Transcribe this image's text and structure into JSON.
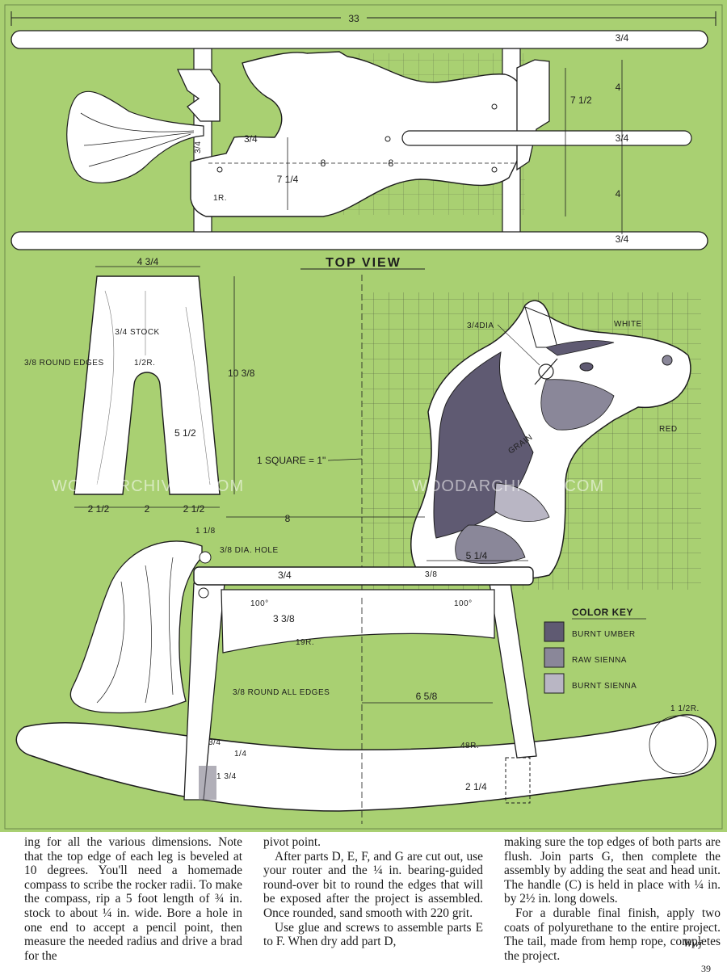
{
  "diagram": {
    "overall_width": "33",
    "top_view_title": "TOP VIEW",
    "top_view_dims": {
      "rail_top": "3/4",
      "rail_bottom": "3/4",
      "handle": "3/4",
      "height": "7 1/2",
      "spacing_top": "4",
      "spacing_bottom": "4",
      "tail_block": "3/4",
      "tail_small": "3/4",
      "body_left": "8",
      "body_right": "8",
      "body_height": "7 1/4",
      "radius": "1R."
    },
    "leg_part": {
      "top_width": "4 3/4",
      "stock": "3/4 STOCK",
      "round_edges": "3/8 ROUND EDGES",
      "slot_radius": "1/2R.",
      "height": "10 3/8",
      "slot_height": "5 1/2",
      "bottom_left": "2 1/2",
      "bottom_mid": "2",
      "bottom_right": "2 1/2"
    },
    "head": {
      "dowel": "3/4DIA",
      "white": "WHITE",
      "red": "RED",
      "grain": "GRAIN",
      "square": "1 SQUARE = 1\"",
      "width": "5 1/4"
    },
    "side_view": {
      "span": "8",
      "tail_offset": "1 1/8",
      "hole": "3/8 DIA. HOLE",
      "seat": "3/4",
      "seat_right": "3/8",
      "angle_left": "100°",
      "angle_right": "100°",
      "depth": "3 3/8",
      "radius": "19R.",
      "round_all": "3/8 ROUND ALL EDGES",
      "center": "6 5/8",
      "rocker_radius": "48R.",
      "rocker_height": "2 1/4",
      "end_radius": "1 1/2R.",
      "rocker_thick": "3/4",
      "small_a": "1/4",
      "small_b": "1 3/4"
    },
    "color_key": {
      "title": "COLOR KEY",
      "items": [
        {
          "label": "BURNT UMBER",
          "color": "#5f5a72"
        },
        {
          "label": "RAW SIENNA",
          "color": "#8a8799"
        },
        {
          "label": "BURNT SIENNA",
          "color": "#b9b6c4"
        }
      ]
    },
    "watermark": "WOODARCHIVIST.COM"
  },
  "article": {
    "col1": "ing for all the various dimensions. Note that the top edge of each leg is beveled at 10 degrees. You'll need a homemade compass to scribe the rocker radii. To make the compass, rip a 5 foot length of ¾ in. stock to about ¼ in. wide. Bore a hole in one end to accept a pencil point, then measure the needed radius and drive a brad for the",
    "col2_p1": "pivot point.",
    "col2_p2": "After parts D, E, F, and G are cut out, use your router and the ¼ in. bearing-guided round-over bit to round the edges that will be exposed after the project is assembled. Once rounded, sand smooth with 220 grit.",
    "col2_p3": "Use glue and screws to assemble parts E to F. When dry add part D,",
    "col3_p1": "making sure the top edges of both parts are flush. Join parts G, then complete the assembly by adding the seat and head unit. The handle (C) is held in place with ¼ in. by 2½ in. long dowels.",
    "col3_p2": "For a durable final finish, apply two coats of polyurethane to the entire project. The tail, made from hemp rope, completes the project.",
    "signature": "Wwj",
    "page_number": "39"
  }
}
